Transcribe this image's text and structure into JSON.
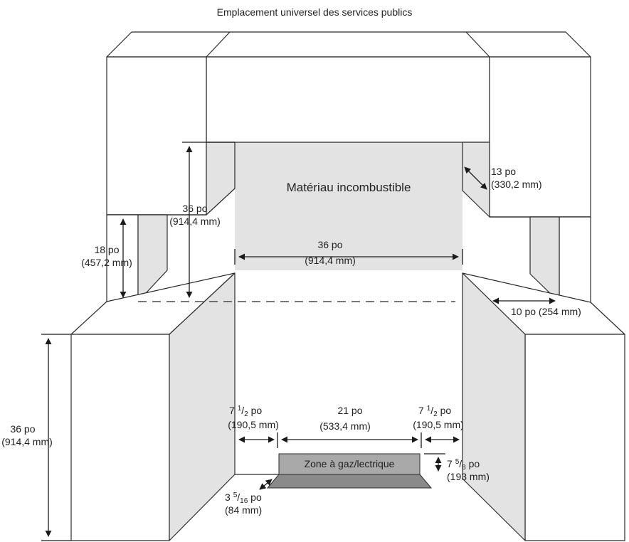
{
  "title": "Emplacement universel des services publics",
  "labels": {
    "material": "Matériau incombustible",
    "zone": "Zone à gaz/lectrique",
    "hood_height": {
      "value": "36 po",
      "metric": "(914,4 mm)"
    },
    "hood_depth": {
      "value": "13 po",
      "metric": "(330,2 mm)"
    },
    "opening_width": {
      "value": "36 po",
      "metric": "(914,4 mm)"
    },
    "upper_clearance": {
      "value": "18 po",
      "metric": "(457,2 mm)"
    },
    "cabinet_depth": {
      "value": "10 po (254 mm)"
    },
    "counter_height": {
      "value": "36 po",
      "metric": "(914,4 mm)"
    },
    "left_offset": {
      "whole": "7 ",
      "num": "1",
      "slash": "/",
      "den": "2",
      "unit": " po",
      "metric": "(190,5 mm)"
    },
    "zone_width": {
      "value": "21 po",
      "metric": "(533,4 mm)"
    },
    "right_offset": {
      "whole": "7 ",
      "num": "1",
      "slash": "/",
      "den": "2",
      "unit": " po",
      "metric": "(190,5 mm)"
    },
    "zone_height": {
      "whole": "7 ",
      "num": "5",
      "slash": "/",
      "den": "8",
      "unit": " po",
      "metric": "(193 mm)"
    },
    "floor_offset": {
      "whole": "3 ",
      "num": "5",
      "slash": "/",
      "den": "16",
      "unit": " po",
      "metric": "(84 mm)"
    }
  },
  "colors": {
    "shade": "#e3e3e3",
    "zone_fill": "#a9a9a9",
    "line": "#2b2b2b"
  }
}
